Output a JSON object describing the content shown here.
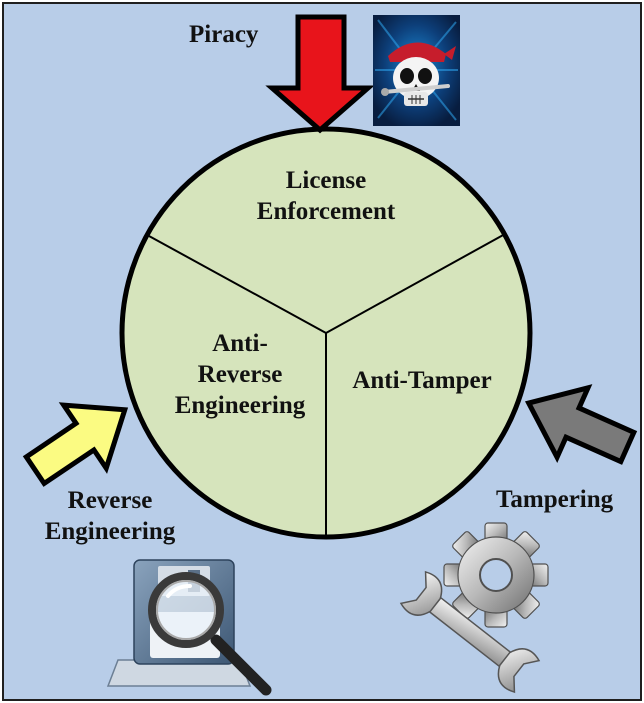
{
  "threats": {
    "piracy": "Piracy",
    "reverse_engineering": [
      "Reverse",
      "Engineering"
    ],
    "tampering": "Tampering"
  },
  "sectors": {
    "license": [
      "License",
      "Enforcement"
    ],
    "anti_reverse": [
      "Anti-",
      "Reverse",
      "Engineering"
    ],
    "anti_tamper": "Anti-Tamper"
  },
  "colors": {
    "background": "#b8cde8",
    "circle_fill": "#d6e4bc",
    "piracy_arrow": "#e8141b",
    "reverse_arrow": "#fbfb82",
    "tamper_arrow": "#7a7a7a"
  },
  "icons": {
    "piracy": "pirate-skull-icon",
    "reverse_engineering": "floppy-disk-magnifier-icon",
    "tampering": "gear-wrench-icon"
  }
}
